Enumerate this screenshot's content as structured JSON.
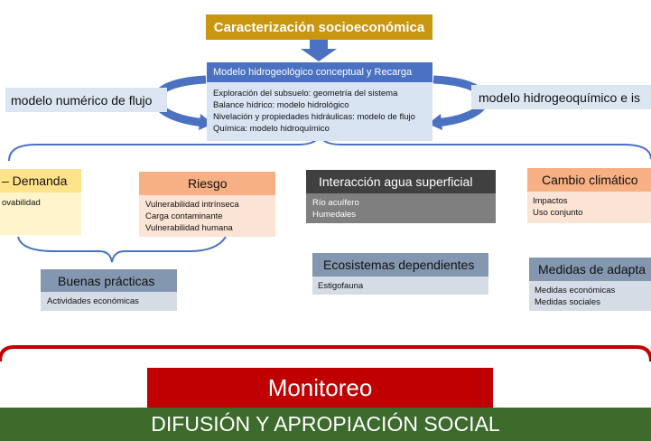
{
  "top": {
    "title": "Caracterización socioeconómica"
  },
  "model": {
    "title": "Modelo hidrogeológico conceptual y Recarga",
    "lines": [
      "Exploración  del subsuelo: geometría del sistema",
      "Balance hídrico: modelo hidrológico",
      "Nivelación y propiedades hidráulicas: modelo de flujo",
      "Química: modelo hidroquímico"
    ]
  },
  "left_label": "modelo numérico de flujo",
  "right_label": "modelo hidrogeoquímico e is",
  "boxes": {
    "demanda": {
      "title": "– Demanda",
      "lines": [
        "ovabilidad"
      ]
    },
    "riesgo": {
      "title": "Riesgo",
      "lines": [
        "Vulnerabilidad intrínseca",
        "Carga contaminante",
        "Vulnerabilidad humana"
      ]
    },
    "interaccion": {
      "title": "Interacción agua superficial",
      "lines": [
        "Río acuífero",
        "Humedales"
      ]
    },
    "cambio": {
      "title": "Cambio climático",
      "lines": [
        "Impactos",
        "Uso conjunto"
      ]
    },
    "buenas": {
      "title": "Buenas prácticas",
      "lines": [
        "Actividades económicas"
      ]
    },
    "ecosistemas": {
      "title": "Ecosistemas dependientes",
      "lines": [
        "Estigofauna"
      ]
    },
    "medidas": {
      "title": "Medidas de adapta",
      "lines": [
        "Medidas económicas",
        "Medidas sociales"
      ]
    }
  },
  "monitoreo": "Monitoreo",
  "difusion": "DIFUSIÓN Y APROPIACIÓN SOCIAL",
  "colors": {
    "gold": "#c9960f",
    "blue": "#4a71c2",
    "light_blue": "#d9e4f2",
    "yellow_head": "#ffe38a",
    "yellow_body": "#fff4cc",
    "orange_head": "#f6b084",
    "orange_body": "#fbe3d5",
    "dark_head": "#404040",
    "dark_body": "#7f7f7f",
    "steel_head": "#8497b0",
    "steel_body": "#d6dce5",
    "red": "#c00000",
    "green": "#3c6b2c"
  }
}
